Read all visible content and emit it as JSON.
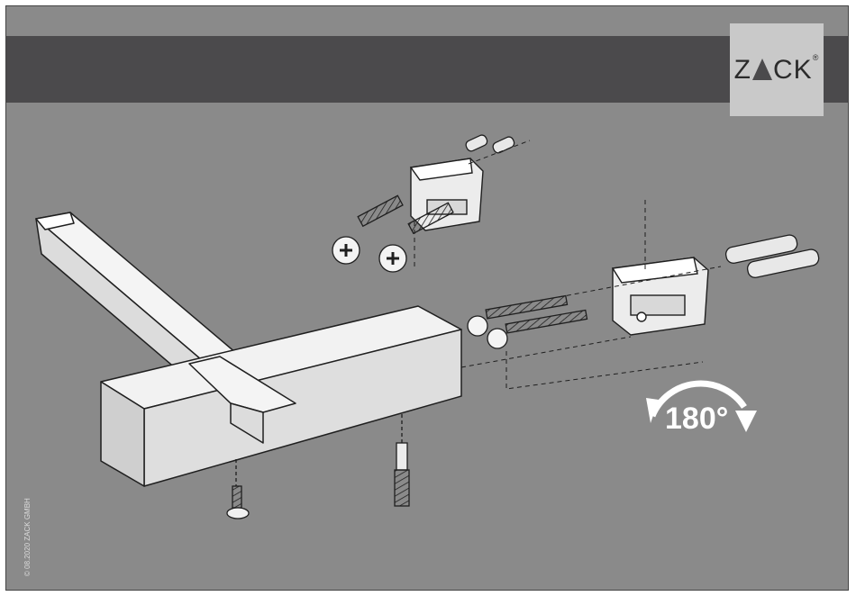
{
  "brand": {
    "logo_left": "Z",
    "logo_right": "CK",
    "registered_mark": "®"
  },
  "rotation_label": "180°",
  "copyright": "© 08.2020 ZACK GMBH",
  "colors": {
    "background": "#8a8a8a",
    "band": "#4b4a4c",
    "logo_box": "#c9c9c9",
    "part_fill": "#ececec",
    "outline": "#1f1f1f",
    "arrow": "#ffffff"
  },
  "icons": [
    "rotate-arrow-icon",
    "phillips-screw-icon",
    "wall-plug-icon",
    "mounting-bracket-icon"
  ]
}
